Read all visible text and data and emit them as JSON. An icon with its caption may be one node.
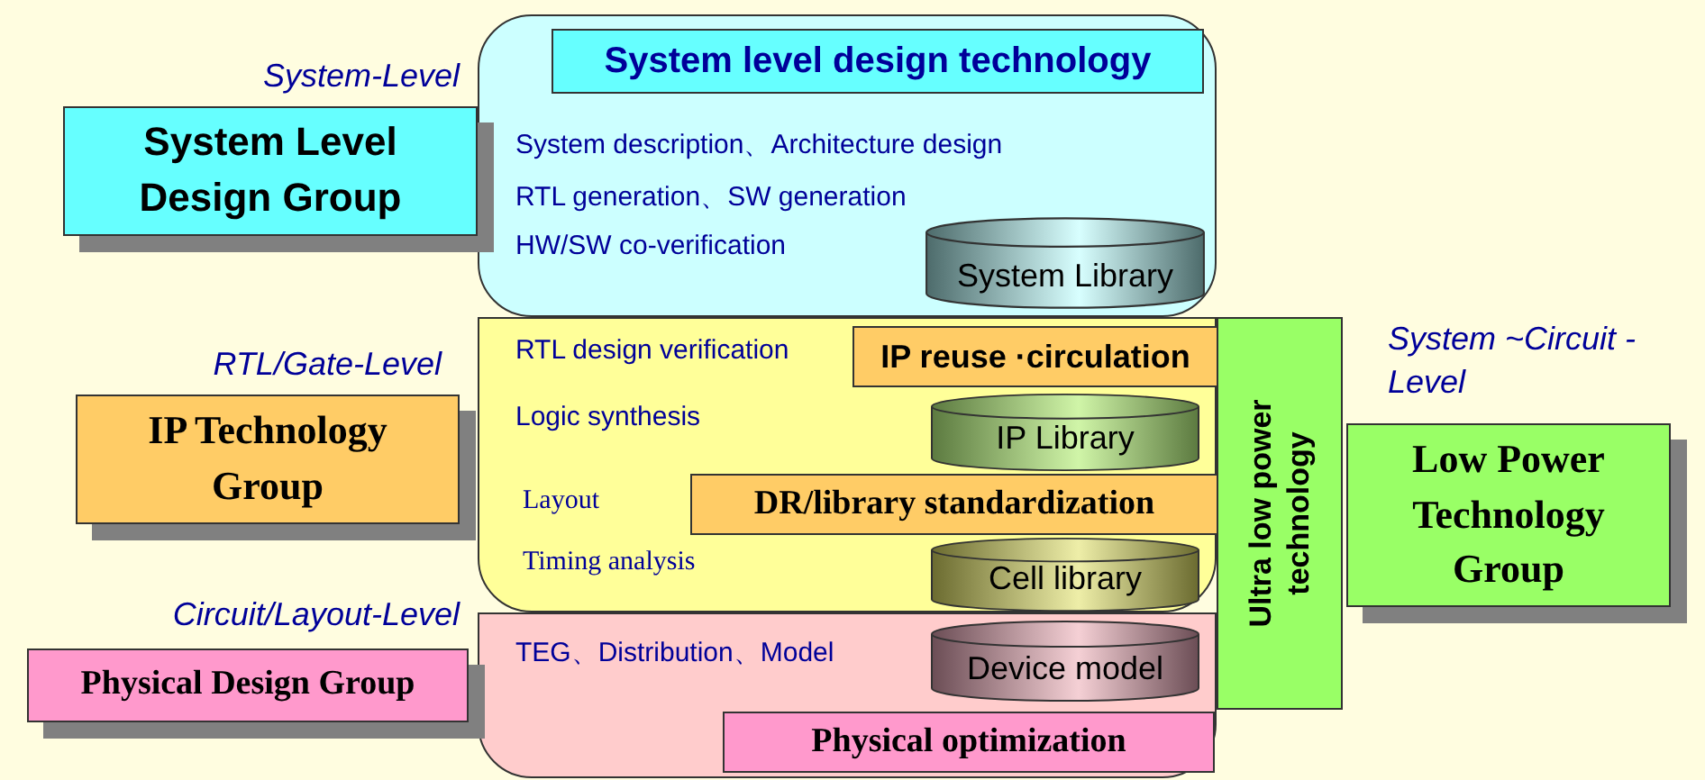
{
  "diagram": {
    "nodes": [
      {
        "text": [
          "System description、Architecture design",
          "RTL generation、SW generation",
          "HW/SW co-verification"
        ]
      },
      {
        "text": [
          "System level design technology"
        ],
        "in": 0
      },
      {
        "text": [
          "System Library"
        ],
        "in": 0
      },
      {
        "text": [
          "RTL design verification",
          "Logic synthesis",
          "Layout",
          "Timing analysis"
        ]
      },
      {
        "text": [
          "IP reuse ·circulation"
        ],
        "in": 3
      },
      {
        "text": [
          "IP Library"
        ],
        "in": 3
      },
      {
        "text": [
          "DR/library standardization"
        ],
        "in": 3
      },
      {
        "text": [
          "Cell library"
        ],
        "in": 3
      },
      {
        "text": [
          "TEG、Distribution、Model"
        ]
      },
      {
        "text": [
          "Device model"
        ],
        "in": 8
      },
      {
        "text": [
          "Physical optimization"
        ],
        "in": 8
      },
      {
        "text": [
          "Ultra low power technology"
        ]
      },
      {
        "text": [
          "System Level Design Group"
        ],
        "beside": [
          "System-Level"
        ]
      },
      {
        "text": [
          "IP Technology Group"
        ],
        "beside": [
          "RTL/Gate-Level"
        ]
      },
      {
        "text": [
          "Physical Design Group"
        ],
        "beside": [
          "Circuit/Layout-Level"
        ]
      },
      {
        "text": [
          "Low Power Technology Group"
        ],
        "beside": [
          "System ~Circuit -Level"
        ]
      }
    ]
  }
}
